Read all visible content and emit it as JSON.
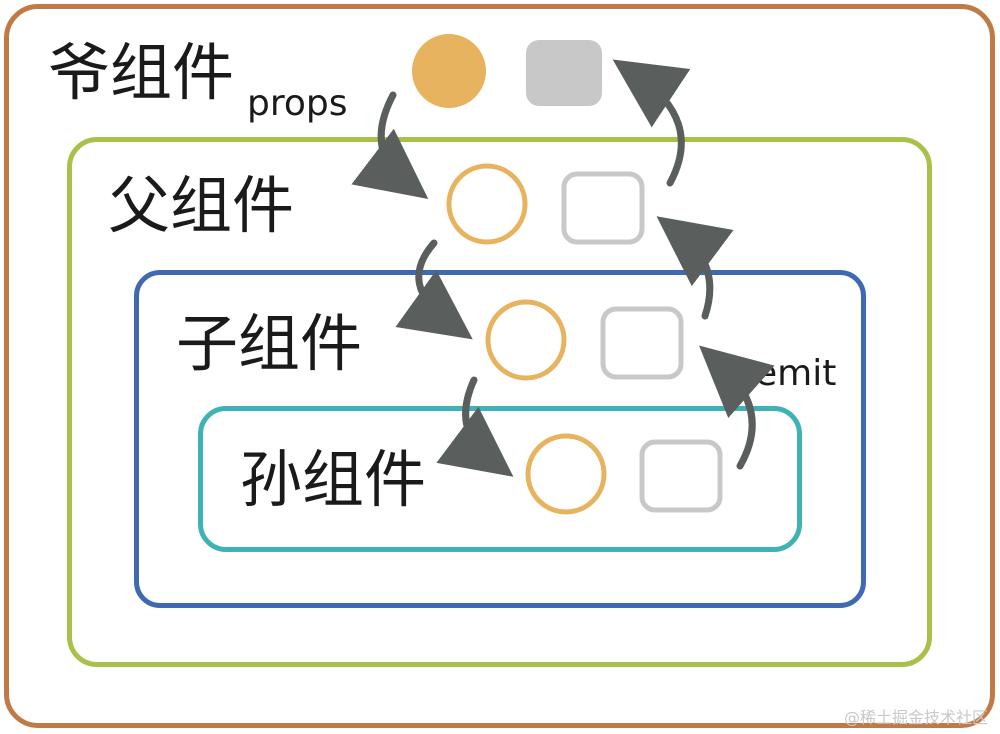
{
  "levels": {
    "grandpa": {
      "label": "爷组件",
      "color": "#c07a45"
    },
    "parent": {
      "label": "父组件",
      "color": "#a9c14b"
    },
    "child": {
      "label": "子组件",
      "color": "#3f6ab2"
    },
    "grandchild": {
      "label": "孙组件",
      "color": "#3fb3b3"
    }
  },
  "arrows": {
    "down_label": "props",
    "up_label": "emit",
    "color": "#5a5f5e"
  },
  "shapes": {
    "circle_color": "#e7b35f",
    "square_color": "#c8c8c8"
  },
  "watermark": "@稀土掘金技术社区"
}
